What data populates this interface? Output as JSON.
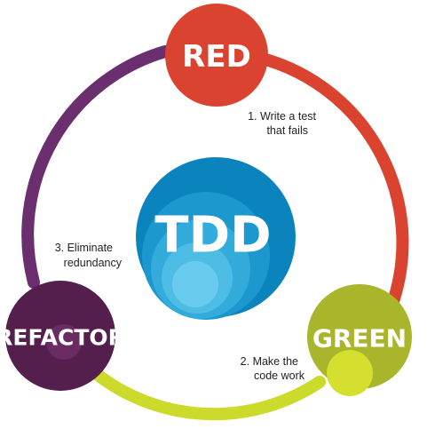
{
  "diagram": {
    "center": {
      "label": "TDD",
      "colors": {
        "base": "#0b84bd",
        "ring1": "#1c98cf",
        "ring2": "#33acdc",
        "ring3": "#4dbde6",
        "ring4": "#69cbee"
      }
    },
    "nodes": [
      {
        "label": "RED",
        "color": "#d9432f"
      },
      {
        "label": "GREEN",
        "color": "#a9b52a",
        "accent": "#d4df2f"
      },
      {
        "label": "REFACTOR",
        "color": "#541e4d",
        "accent": "#6b2b63"
      }
    ],
    "arcs": [
      {
        "color": "#d9432f"
      },
      {
        "color": "#cbda2b"
      },
      {
        "color": "#6b2e6e"
      }
    ],
    "steps": [
      {
        "line1": "1. Write a test",
        "line2": "that fails"
      },
      {
        "line1": "2. Make the",
        "line2": "code work"
      },
      {
        "line1": "3. Eliminate",
        "line2": "redundancy"
      }
    ]
  }
}
